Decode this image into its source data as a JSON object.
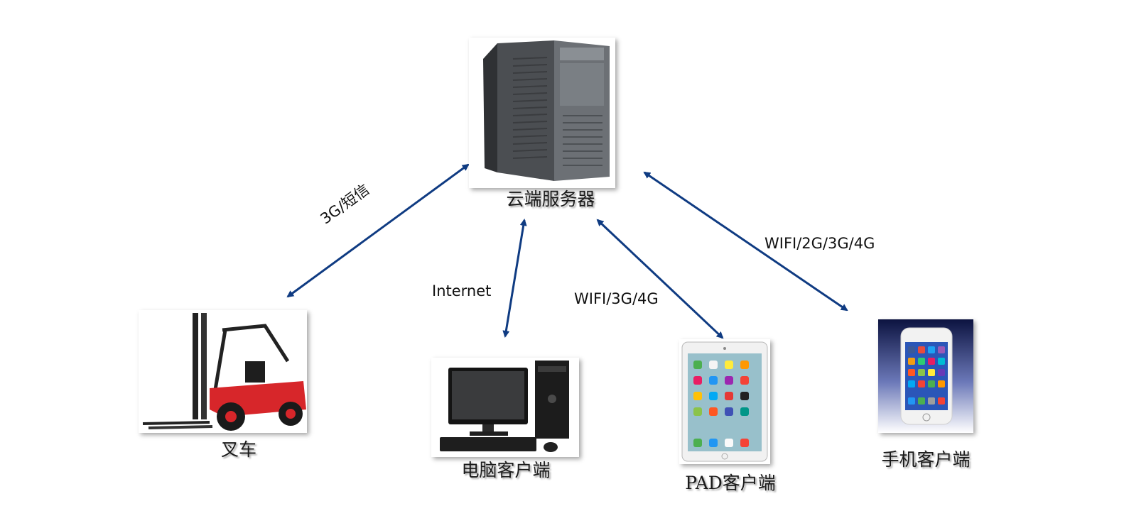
{
  "colors": {
    "arrow": "#0f3b82",
    "forklift_body": "#d7262a",
    "phone_bg_top": "#0c1340"
  },
  "nodes": {
    "server": {
      "label": "云端服务器",
      "icon": "tower-server-icon"
    },
    "forklift": {
      "label": "叉车",
      "icon": "forklift-icon"
    },
    "pc": {
      "label": "电脑客户端",
      "icon": "desktop-computer-icon"
    },
    "pad": {
      "label": "PAD客户端",
      "icon": "tablet-icon"
    },
    "phone": {
      "label": "手机客户端",
      "icon": "smartphone-icon"
    }
  },
  "links": {
    "server_forklift": {
      "label": "3G/短信"
    },
    "server_pc": {
      "label": "Internet"
    },
    "server_pad": {
      "label": "WIFI/3G/4G"
    },
    "server_phone": {
      "label": "WIFI/2G/3G/4G"
    }
  }
}
